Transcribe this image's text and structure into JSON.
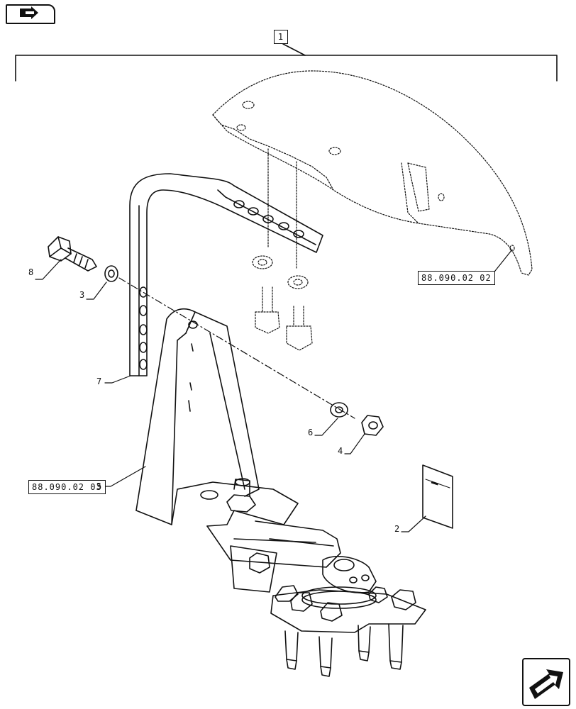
{
  "diagram": {
    "assembly_tag": "1",
    "callouts": {
      "item_2": "2",
      "item_3": "3",
      "item_4": "4",
      "item_6": "6",
      "item_7": "7",
      "item_8": "8",
      "item_5": "5"
    },
    "references": {
      "fender": "88.090.02 02",
      "bracket": "88.090.02 03"
    }
  },
  "navigation": {
    "top_icon": "book-arrow-icon",
    "bottom_icon": "next-page-arrow-icon"
  }
}
